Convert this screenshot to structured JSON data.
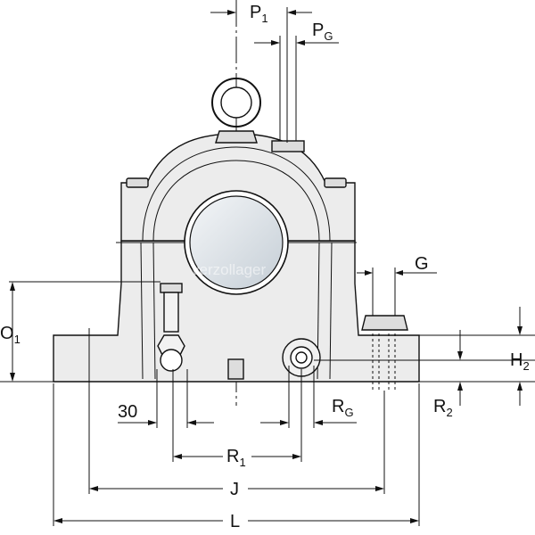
{
  "labels": {
    "P1": {
      "main": "P",
      "sub": "1"
    },
    "PG": {
      "main": "P",
      "sub": "G"
    },
    "G": {
      "main": "G",
      "sub": ""
    },
    "O1": {
      "main": "O",
      "sub": "1"
    },
    "H2": {
      "main": "H",
      "sub": "2"
    },
    "R2": {
      "main": "R",
      "sub": "2"
    },
    "RG": {
      "main": "R",
      "sub": "G"
    },
    "R1": {
      "main": "R",
      "sub": "1"
    },
    "J": {
      "main": "J",
      "sub": ""
    },
    "L": {
      "main": "L",
      "sub": ""
    },
    "angle": {
      "main": "30",
      "sub": ""
    }
  },
  "watermark": "verzollager",
  "colors": {
    "housing": "#ececec",
    "shaft": "#d2d9df",
    "line": "#111111"
  }
}
